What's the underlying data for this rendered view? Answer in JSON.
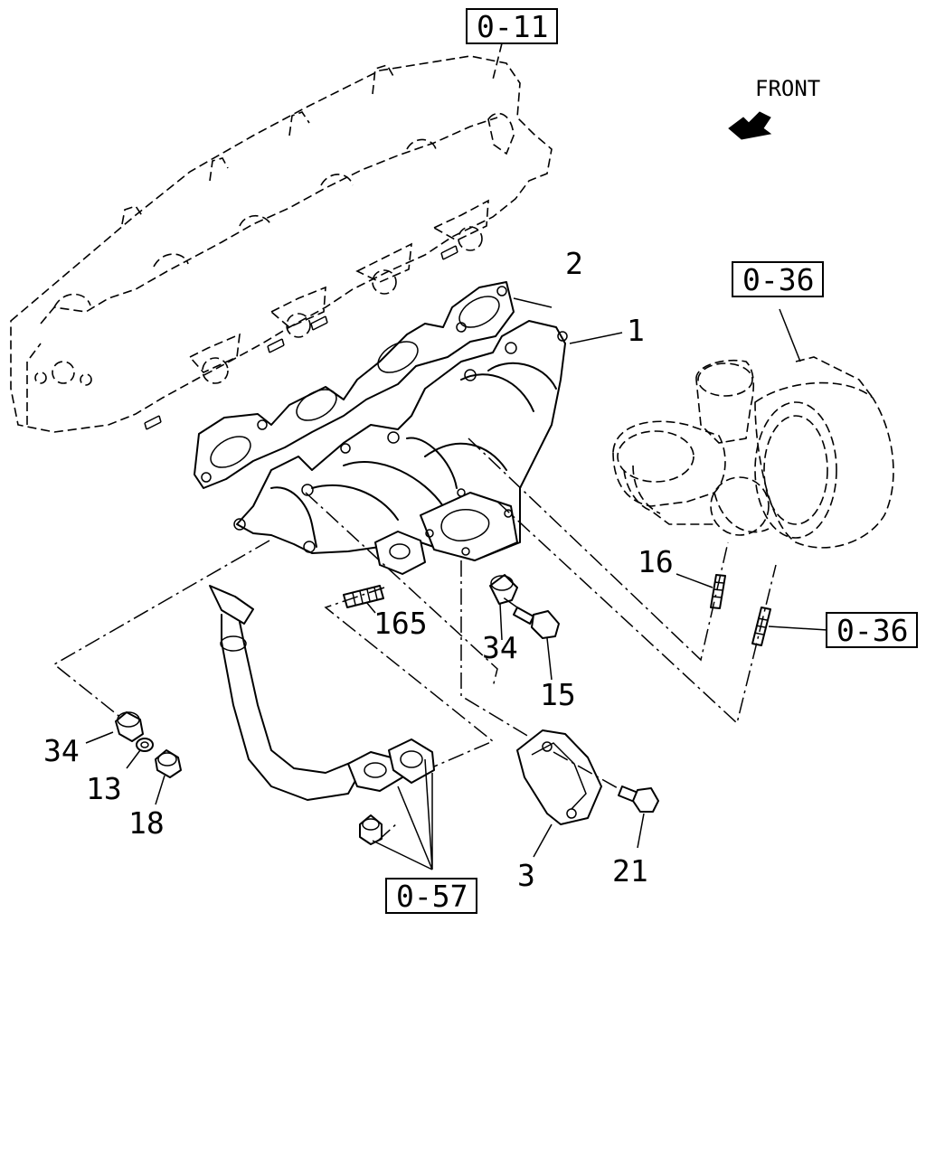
{
  "direction_label": "FRONT",
  "reference_boxes": {
    "cylinder_head": "0-11",
    "turbocharger": "0-36",
    "turbo_stud": "0-36",
    "egr_pipe": "0-57"
  },
  "callouts": {
    "manifold": "1",
    "manifold_gasket": "2",
    "heat_shield": "3",
    "nut_upper": "34",
    "nut_lower": "34",
    "washer": "13",
    "flange_nut": "18",
    "bolt_upper": "15",
    "turbo_stud": "16",
    "manifold_stud": "165",
    "heat_shield_bolt": "21"
  }
}
